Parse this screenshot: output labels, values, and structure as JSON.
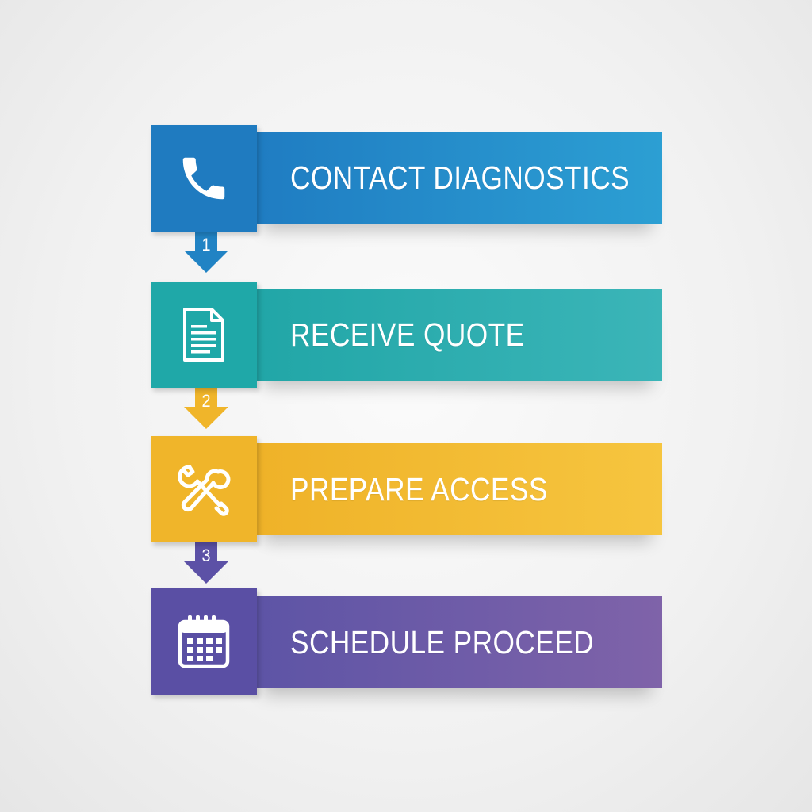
{
  "steps": [
    {
      "label": "CONTACT DIAGNOSTICS",
      "icon": "phone-icon",
      "box_color": "#1f7bc0",
      "banner_from": "#1f7cc2",
      "banner_to": "#2c9fd3"
    },
    {
      "label": "RECEIVE QUOTE",
      "icon": "document-icon",
      "box_color": "#1fa8a8",
      "banner_from": "#21a6a7",
      "banner_to": "#3bb5b8"
    },
    {
      "label": "PREPARE ACCESS",
      "icon": "tools-icon",
      "box_color": "#f0b52a",
      "banner_from": "#efb228",
      "banner_to": "#f6c53f"
    },
    {
      "label": "SCHEDULE PROCEED",
      "icon": "calendar-icon",
      "box_color": "#5a4fa4",
      "banner_from": "#5d54a6",
      "banner_to": "#7f63a9"
    }
  ],
  "connectors": [
    {
      "number": "1",
      "color": "#2183c4"
    },
    {
      "number": "2",
      "color": "#f0b52a"
    },
    {
      "number": "3",
      "color": "#5c51a6"
    }
  ]
}
